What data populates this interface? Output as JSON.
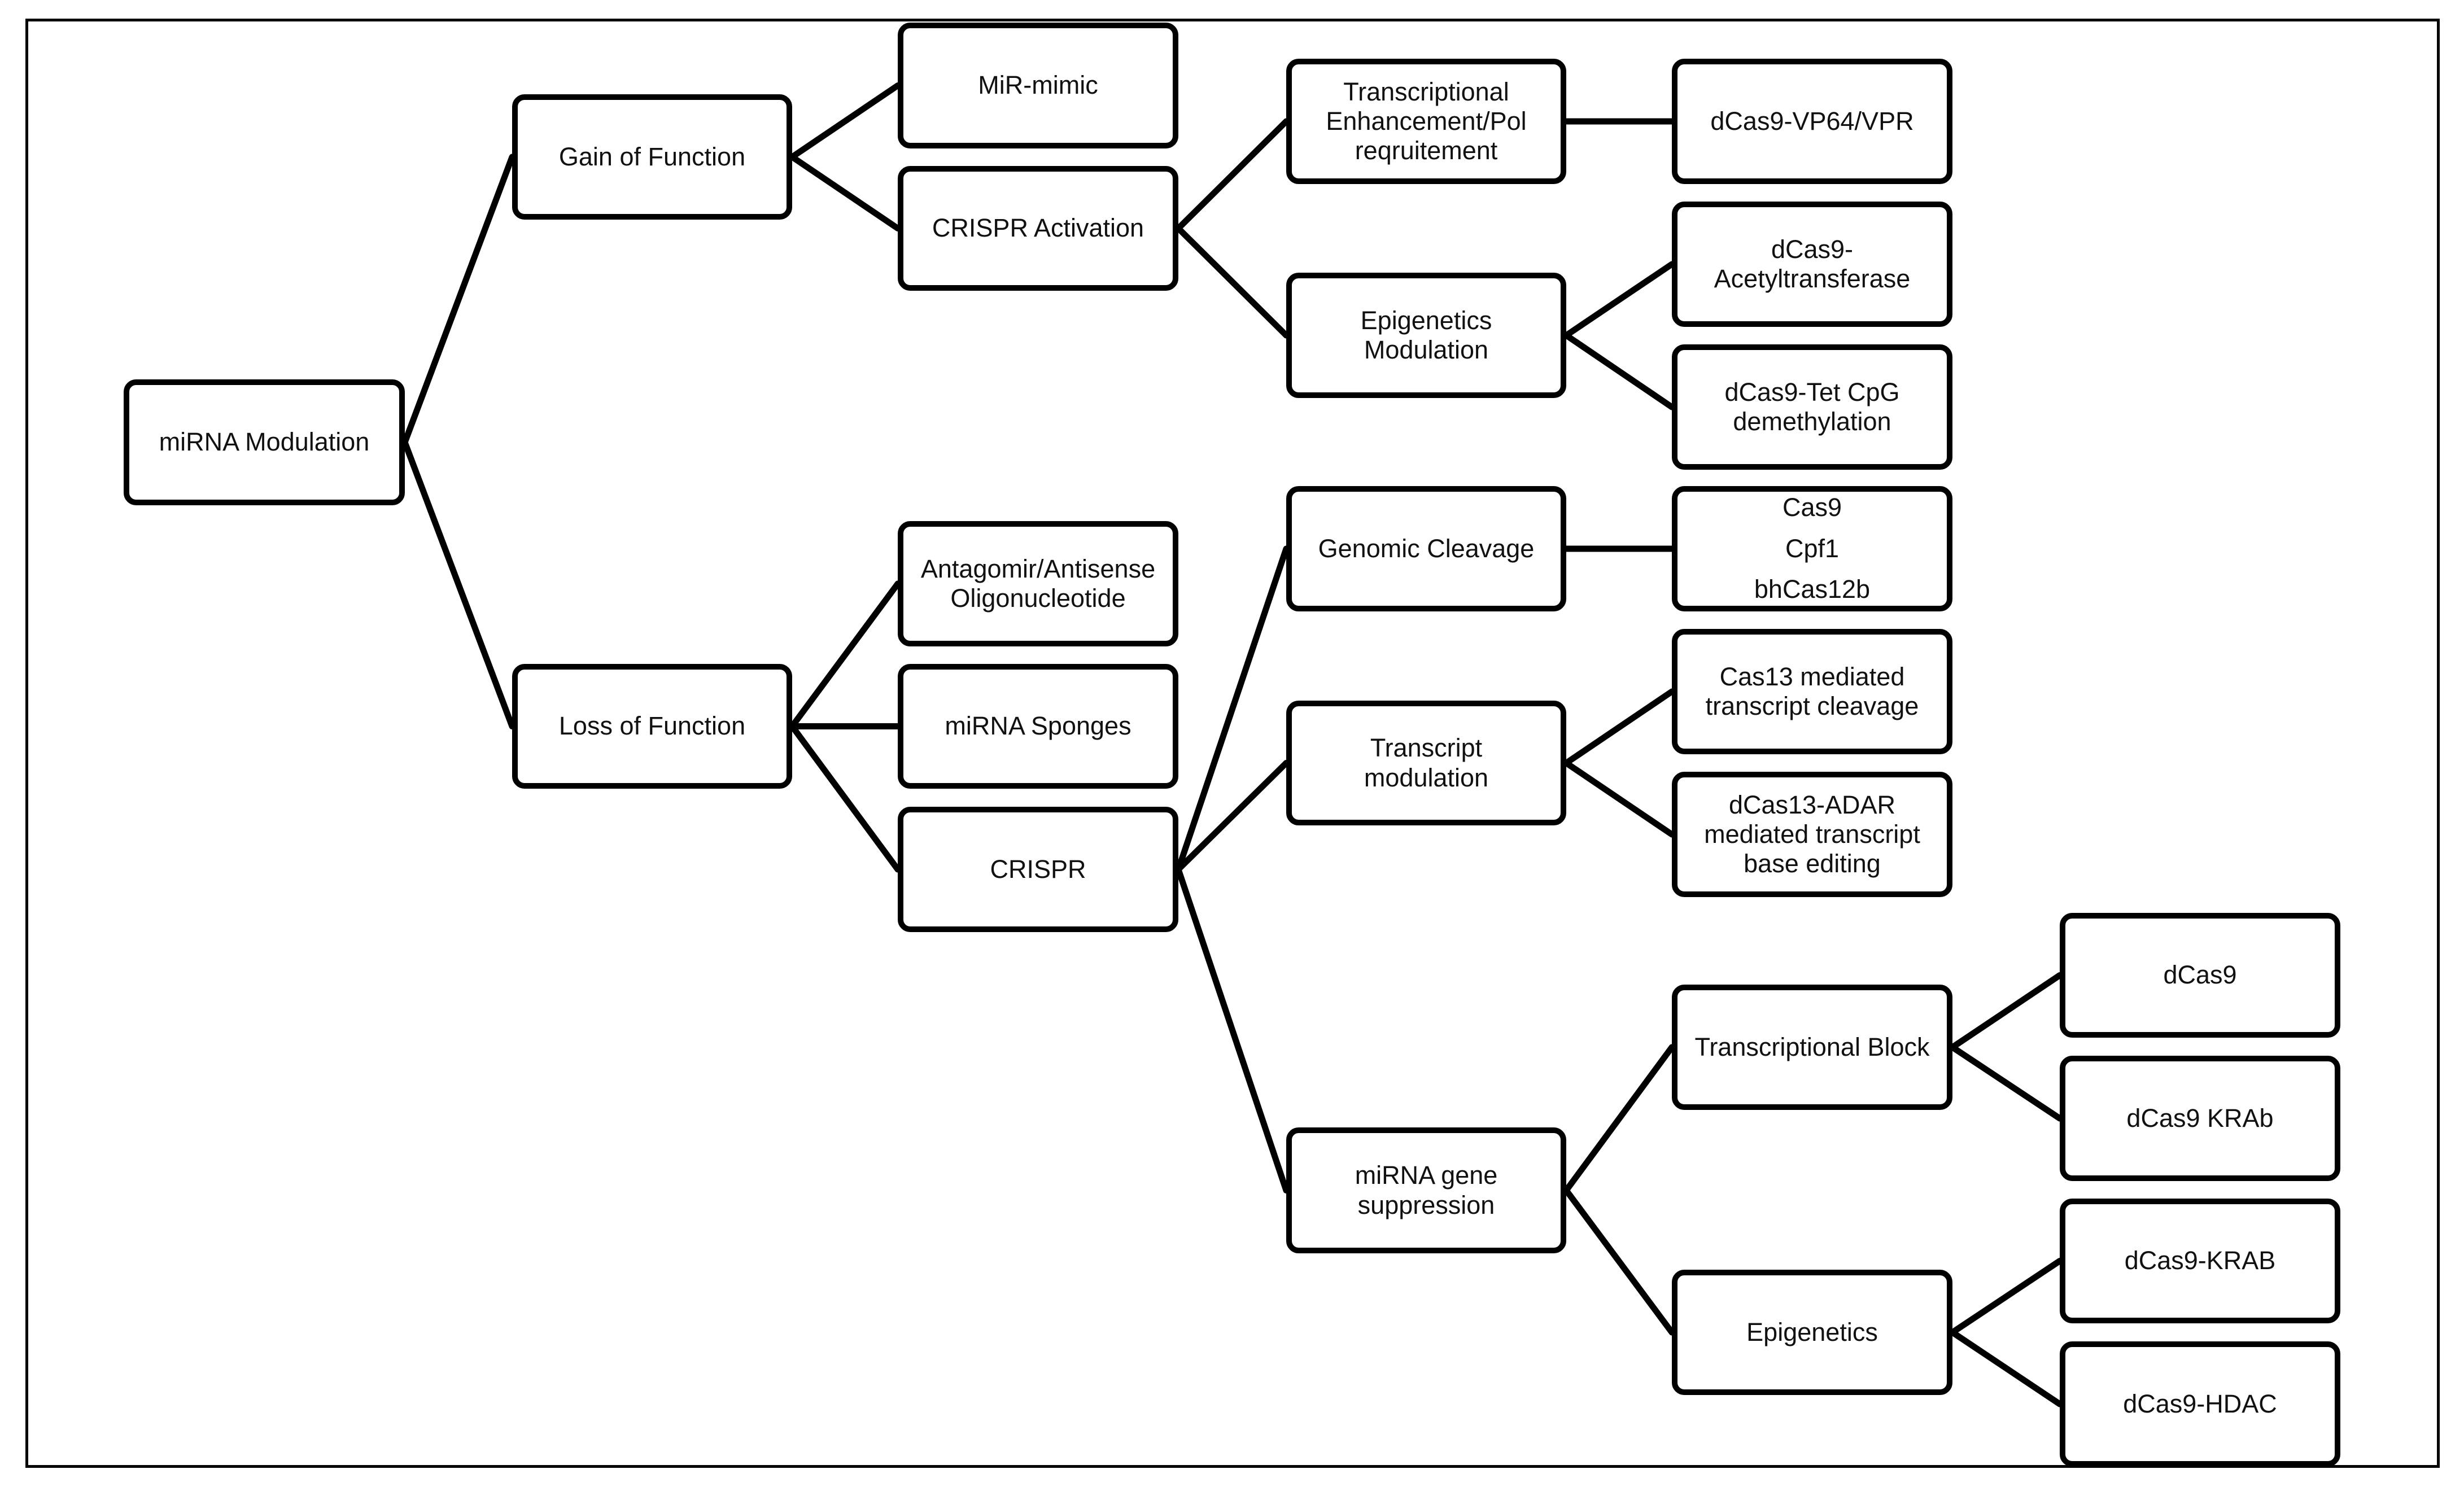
{
  "nodes": {
    "root": {
      "lines": [
        "miRNA Modulation"
      ]
    },
    "gain": {
      "lines": [
        "Gain of Function"
      ]
    },
    "loss": {
      "lines": [
        "Loss of Function"
      ]
    },
    "mimic": {
      "lines": [
        "MiR-mimic"
      ]
    },
    "crispra": {
      "lines": [
        "CRISPR Activation"
      ]
    },
    "antagomir": {
      "lines": [
        "Antagomir/Antisense",
        "Oligonucleotide"
      ]
    },
    "sponges": {
      "lines": [
        "miRNA Sponges"
      ]
    },
    "crispr": {
      "lines": [
        "CRISPR"
      ]
    },
    "tenh": {
      "lines": [
        "Transcriptional",
        "Enhancement/Pol",
        "reqruitement"
      ]
    },
    "epimod": {
      "lines": [
        "Epigenetics",
        "Modulation"
      ]
    },
    "vp64": {
      "lines": [
        "dCas9-VP64/VPR"
      ]
    },
    "acetyl": {
      "lines": [
        "dCas9-",
        "Acetyltransferase"
      ]
    },
    "tet": {
      "lines": [
        "dCas9-Tet CpG",
        "demethylation"
      ]
    },
    "cleavage": {
      "lines": [
        "Genomic Cleavage"
      ]
    },
    "cas9list": {
      "lines": [
        "Cas9",
        "Cpf1",
        "bhCas12b"
      ]
    },
    "tmod": {
      "lines": [
        "Transcript",
        "modulation"
      ]
    },
    "cas13": {
      "lines": [
        "Cas13 mediated",
        "transcript cleavage"
      ]
    },
    "adar": {
      "lines": [
        "dCas13-ADAR",
        "mediated transcript",
        "base editing"
      ]
    },
    "suppress": {
      "lines": [
        "miRNA gene",
        "suppression"
      ]
    },
    "tblock": {
      "lines": [
        "Transcriptional Block"
      ]
    },
    "epig": {
      "lines": [
        "Epigenetics"
      ]
    },
    "dcas9": {
      "lines": [
        "dCas9"
      ]
    },
    "krab1": {
      "lines": [
        "dCas9  KRAb"
      ]
    },
    "krab2": {
      "lines": [
        "dCas9-KRAB"
      ]
    },
    "hdac": {
      "lines": [
        "dCas9-HDAC"
      ]
    }
  },
  "edges": [
    [
      "root",
      "gain"
    ],
    [
      "root",
      "loss"
    ],
    [
      "gain",
      "mimic"
    ],
    [
      "gain",
      "crispra"
    ],
    [
      "crispra",
      "tenh"
    ],
    [
      "crispra",
      "epimod"
    ],
    [
      "tenh",
      "vp64"
    ],
    [
      "epimod",
      "acetyl"
    ],
    [
      "epimod",
      "tet"
    ],
    [
      "loss",
      "antagomir"
    ],
    [
      "loss",
      "sponges"
    ],
    [
      "loss",
      "crispr"
    ],
    [
      "crispr",
      "cleavage"
    ],
    [
      "crispr",
      "tmod"
    ],
    [
      "crispr",
      "suppress"
    ],
    [
      "cleavage",
      "cas9list"
    ],
    [
      "tmod",
      "cas13"
    ],
    [
      "tmod",
      "adar"
    ],
    [
      "suppress",
      "tblock"
    ],
    [
      "suppress",
      "epig"
    ],
    [
      "tblock",
      "dcas9"
    ],
    [
      "tblock",
      "krab1"
    ],
    [
      "epig",
      "krab2"
    ],
    [
      "epig",
      "hdac"
    ]
  ]
}
